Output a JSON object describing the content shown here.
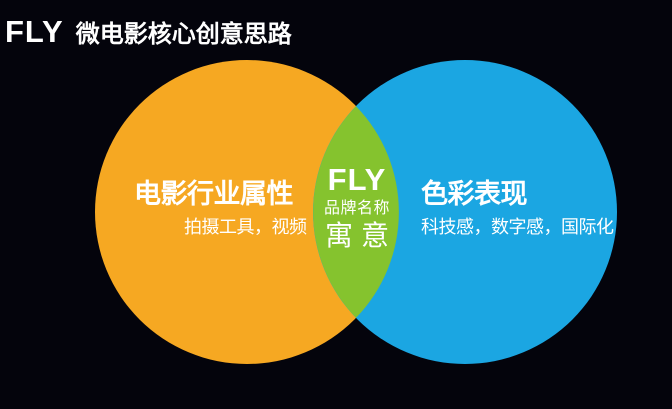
{
  "slide": {
    "background_color": "#04040C",
    "text_color": "#FFFFFF",
    "title": {
      "brand": "FLY",
      "text": "微电影核心创意思路"
    }
  },
  "venn": {
    "left_circle": {
      "color": "#F6A822",
      "title": "电影行业属性",
      "subtitle": "拍摄工具，视频"
    },
    "right_circle": {
      "color": "#1BA6E2",
      "title": "色彩表现",
      "subtitle": "科技感，数字感，国际化"
    },
    "intersection": {
      "color": "#85C32E",
      "brand": "FLY",
      "label_line1": "品牌名称",
      "label_line2": "寓意"
    }
  }
}
